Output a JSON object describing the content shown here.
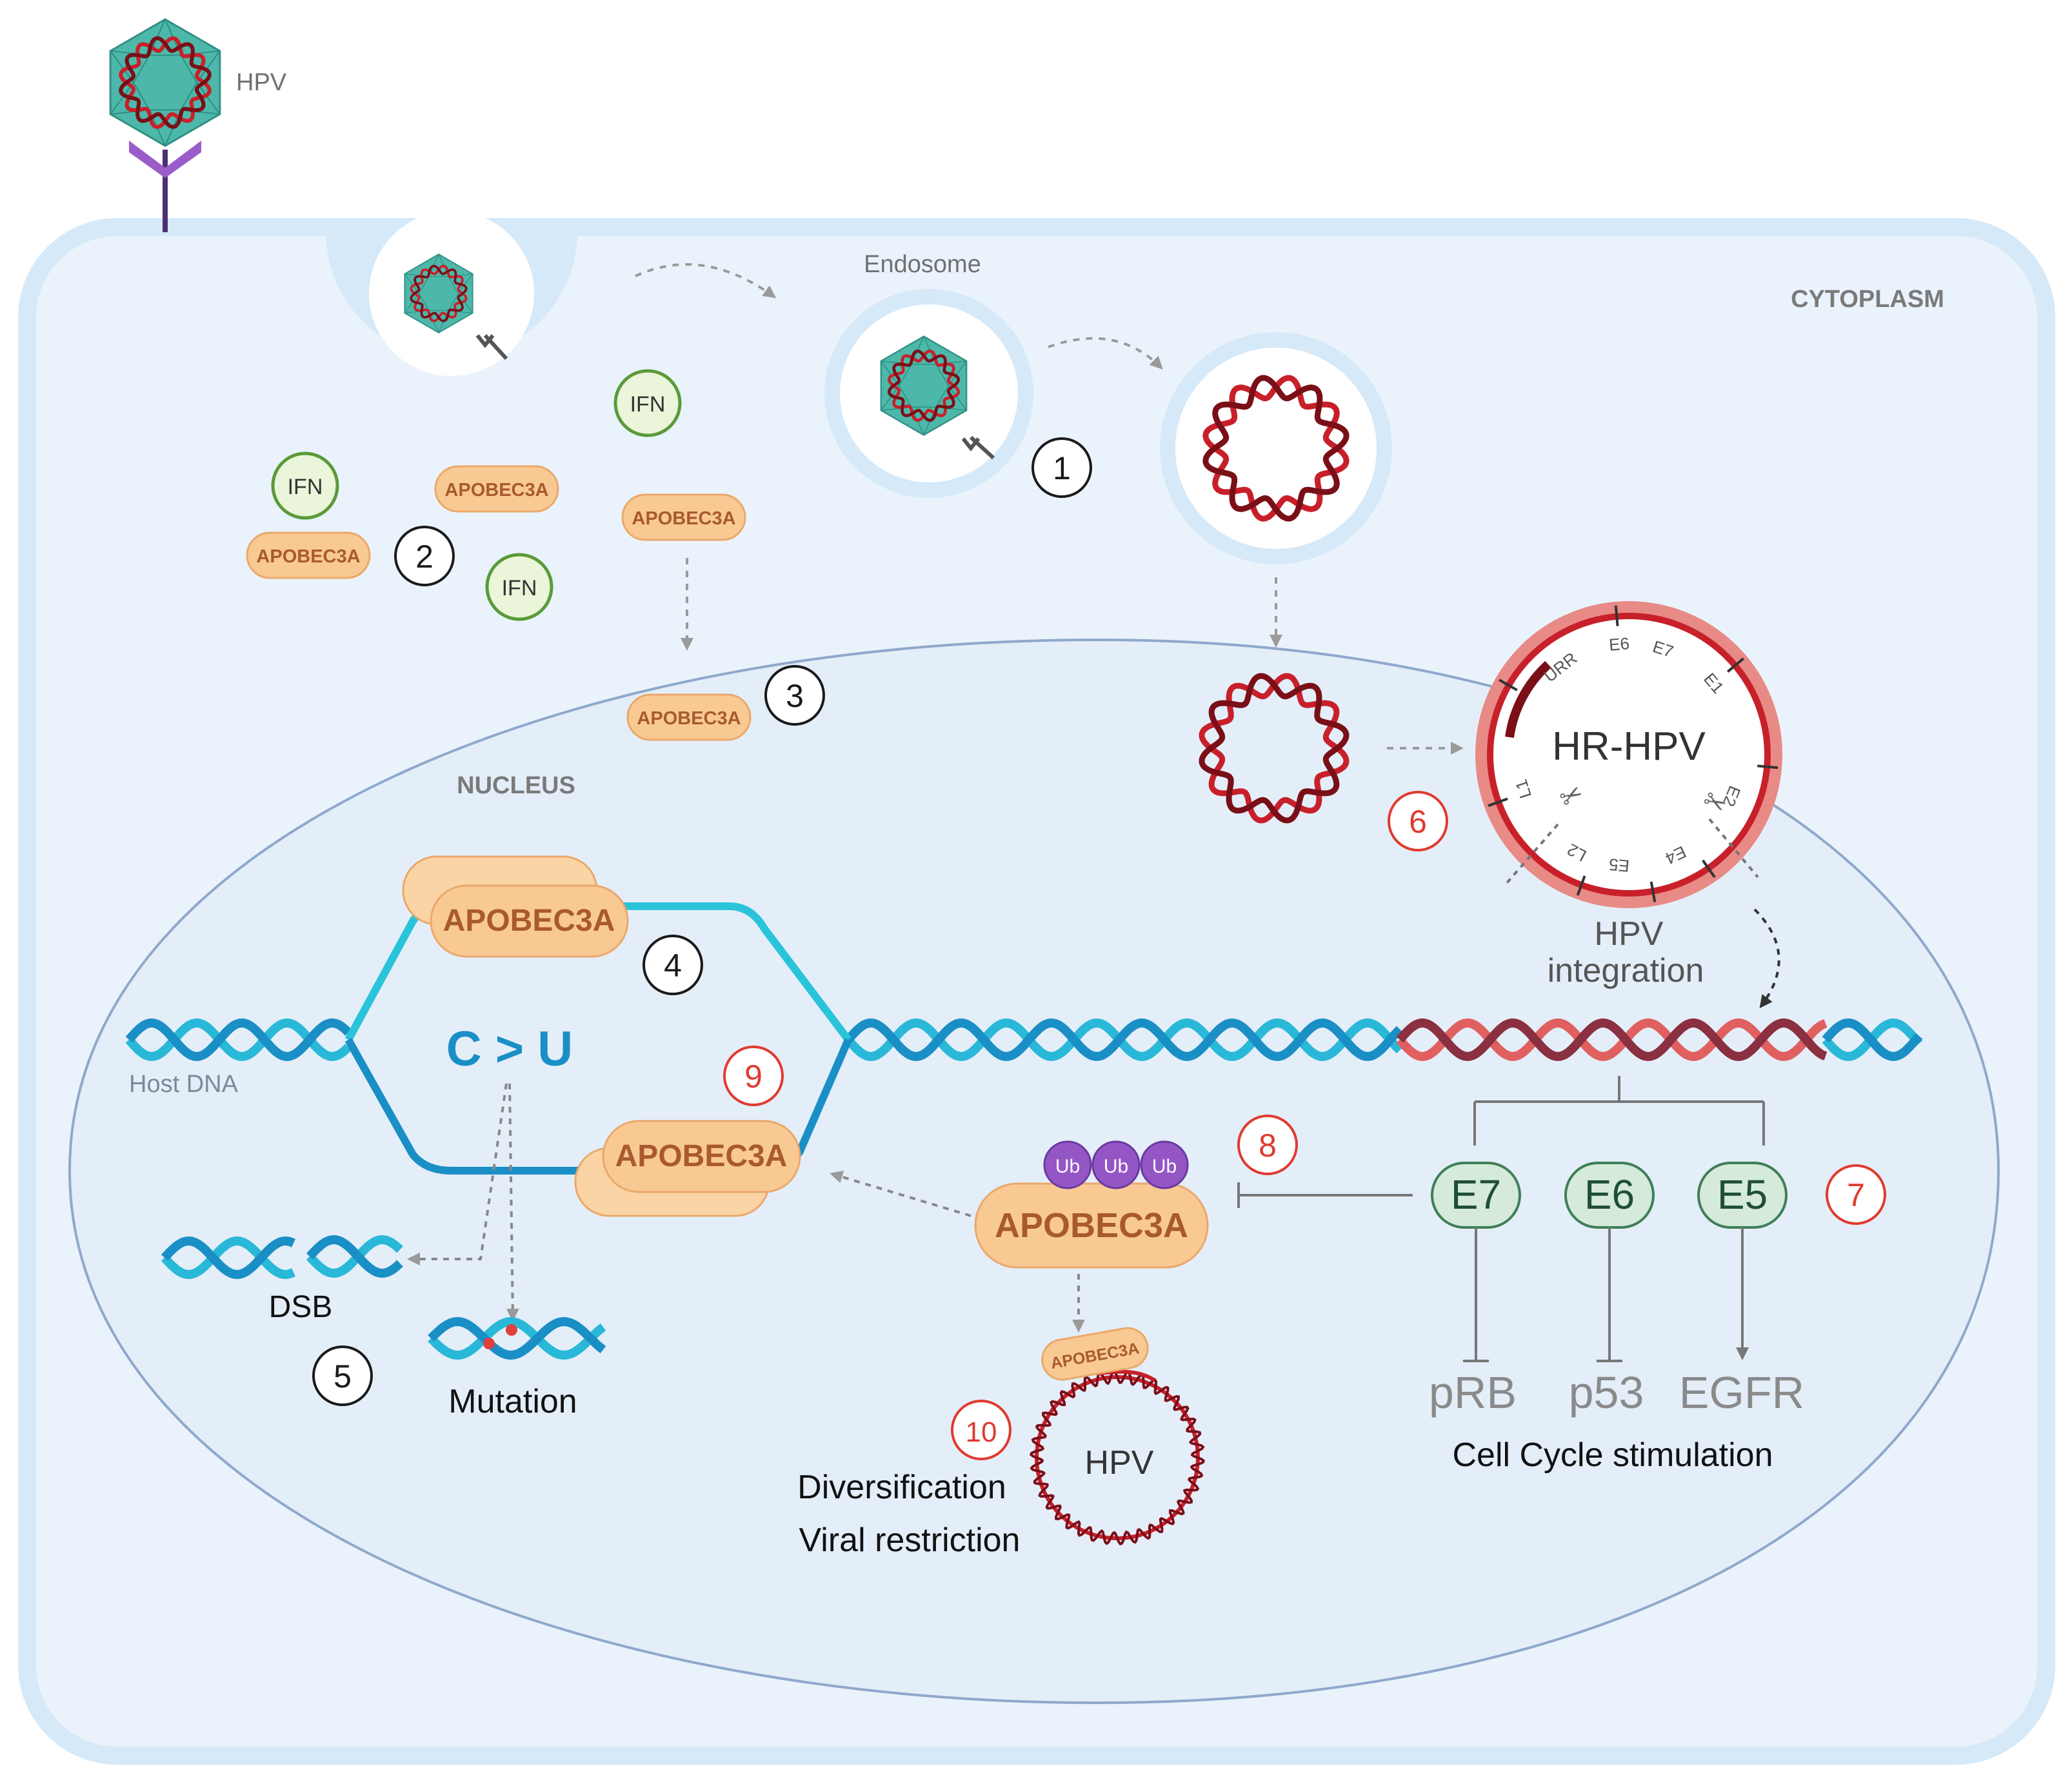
{
  "labels": {
    "hpv_top": "HPV",
    "endosome": "Endosome",
    "cytoplasm": "CYTOPLASM",
    "nucleus": "NUCLEUS",
    "host_dna": "Host DNA",
    "c_to_u": "C > U",
    "dsb": "DSB",
    "mutation": "Mutation",
    "hr_hpv": "HR-HPV",
    "hpv_integration_1": "HPV",
    "hpv_integration_2": "integration",
    "cell_cycle": "Cell Cycle stimulation",
    "hpv_circle": "HPV",
    "diversification": "Diversification",
    "viral_restriction": "Viral restriction"
  },
  "molecules": {
    "ifn": "IFN",
    "apobec": "APOBEC3A",
    "ub": "Ub"
  },
  "oncoproteins": [
    "E7",
    "E6",
    "E5"
  ],
  "targets": [
    "pRB",
    "p53",
    "EGFR"
  ],
  "genome_genes": [
    "URR",
    "E6",
    "E7",
    "E1",
    "E2",
    "E4",
    "E5",
    "L2",
    "L1"
  ],
  "steps": {
    "s1": "1",
    "s2": "2",
    "s3": "3",
    "s4": "4",
    "s5": "5",
    "s6": "6",
    "s7": "7",
    "s8": "8",
    "s9": "9",
    "s10": "10"
  },
  "colors": {
    "cell_fill": "#eaf3fb",
    "cell_border": "#d6e9f8",
    "nucleus_fill": "#e4eef9",
    "nucleus_border": "#8fa8cc",
    "apobec_fill": "#f9c994",
    "apobec_text": "#a85a2e",
    "ifn_fill": "#eaf5d9",
    "ifn_border": "#5a9a3a",
    "onco_fill": "#d5eadb",
    "onco_border": "#3f7f57",
    "dna_cyan": "#29b8d8",
    "dna_blue": "#1a8fc6",
    "hpv_red": "#c8202a",
    "hpv_dark": "#7a0f18",
    "ub_fill": "#9456c5",
    "step_black": "#1a1a1a",
    "step_red": "#e03b30"
  }
}
